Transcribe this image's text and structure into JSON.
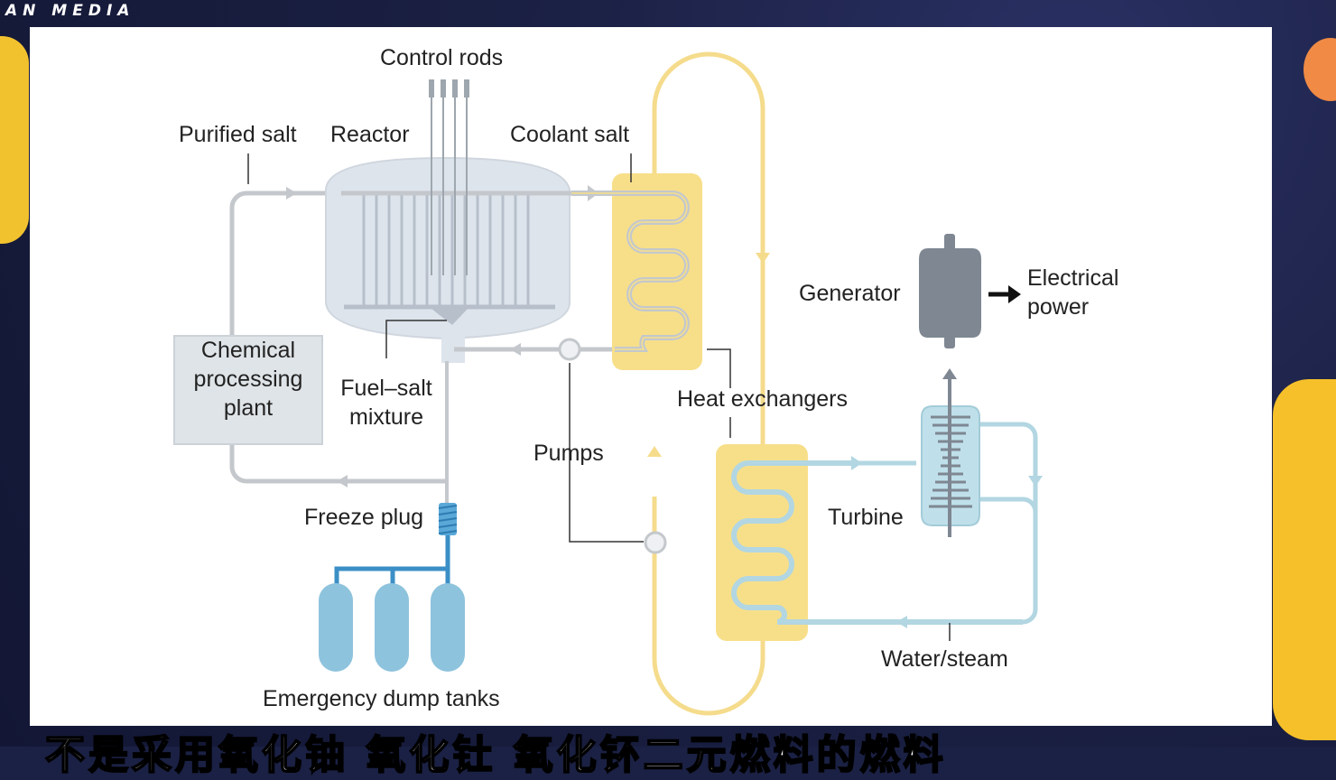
{
  "channel": {
    "tag": "AN MEDIA"
  },
  "diagram": {
    "labels": {
      "control_rods": "Control rods",
      "purified_salt": "Purified salt",
      "reactor": "Reactor",
      "coolant_salt": "Coolant salt",
      "chemical_processing_plant_l1": "Chemical",
      "chemical_processing_plant_l2": "processing",
      "chemical_processing_plant_l3": "plant",
      "fuel_salt_mixture_l1": "Fuel–salt",
      "fuel_salt_mixture_l2": "mixture",
      "freeze_plug": "Freeze plug",
      "emergency_dump_tanks": "Emergency dump tanks",
      "pumps": "Pumps",
      "heat_exchangers": "Heat exchangers",
      "generator": "Generator",
      "electrical_power_l1": "Electrical",
      "electrical_power_l2": "power",
      "turbine": "Turbine",
      "water_steam": "Water/steam"
    },
    "colors": {
      "grey_loop": "#c4c8cc",
      "reactor_fill": "#dde4ec",
      "yellow": "#f7df8a",
      "yellow_line": "#f5dc8c",
      "blue_line": "#b2d6e2",
      "dump_blue": "#8ec3dd",
      "generator": "#7e8792"
    }
  },
  "subtitle": {
    "text": "不是采用氧化铀 氧化钍 氧化钚二元燃料的燃料"
  }
}
